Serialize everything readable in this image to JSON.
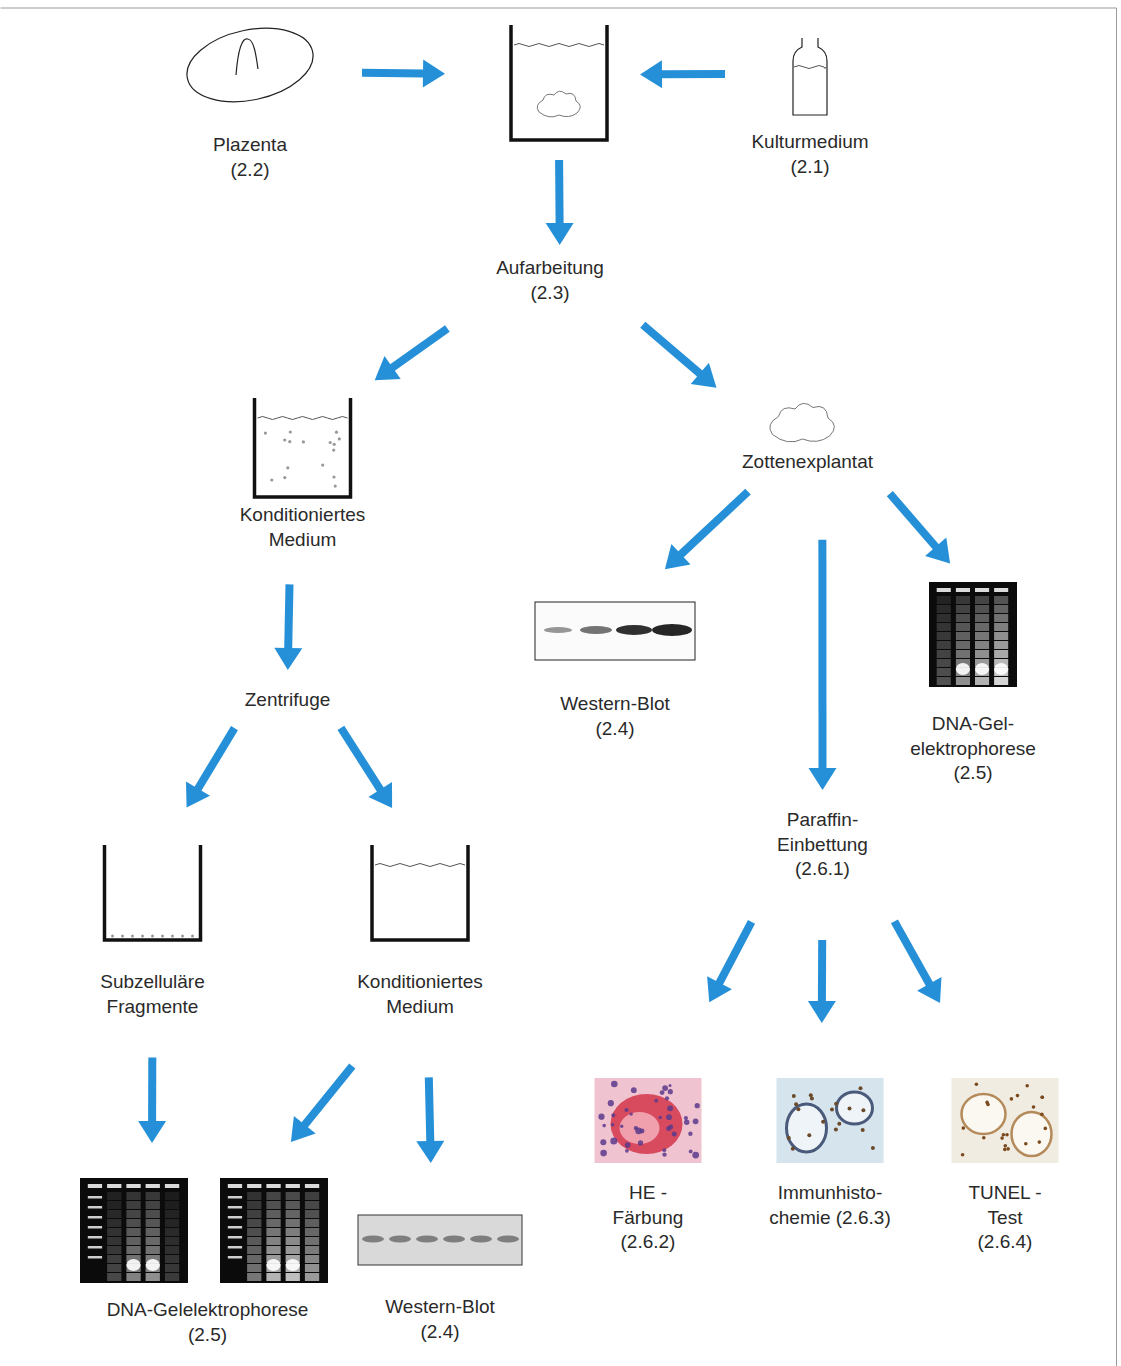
{
  "diagram": {
    "nodes": [
      {
        "text": [
          "Plazenta",
          "(2.2)"
        ]
      },
      {
        "text": []
      },
      {
        "text": [
          "Kulturmedium",
          "(2.1)"
        ]
      },
      {
        "text": [
          "Aufarbeitung",
          "(2.3)"
        ]
      },
      {
        "text": [
          "Konditioniertes Medium"
        ]
      },
      {
        "text": [
          "Zottenexplantat"
        ]
      },
      {
        "text": [
          "Zentrifuge"
        ]
      },
      {
        "text": [
          "Western-Blot",
          "(2.4)"
        ]
      },
      {
        "text": [
          "Paraffin- Einbettung",
          "(2.6.1)"
        ]
      },
      {
        "text": [
          "DNA-Gel- elektrophorese",
          "(2.5)"
        ]
      },
      {
        "text": [
          "Subzelluläre Fragmente"
        ]
      },
      {
        "text": [
          "Konditioniertes Medium"
        ]
      },
      {
        "text": [
          "DNA-Gelelektrophorese",
          "(2.5)"
        ]
      },
      {
        "text": [
          "Western-Blot",
          "(2.4)"
        ]
      },
      {
        "text": [
          "HE - Färbung",
          "(2.6.2)"
        ]
      },
      {
        "text": [
          "Immunhisto- chemie (2.6.3)"
        ]
      },
      {
        "text": [
          "TUNEL - Test",
          "(2.6.4)"
        ]
      }
    ],
    "edges": [
      {
        "from": 0,
        "to": 1,
        "arrow": "to"
      },
      {
        "from": 2,
        "to": 1,
        "arrow": "to"
      },
      {
        "from": 1,
        "to": 3,
        "arrow": "to"
      },
      {
        "from": 3,
        "to": 4,
        "arrow": "to"
      },
      {
        "from": 3,
        "to": 5,
        "arrow": "to"
      },
      {
        "from": 4,
        "to": 6,
        "arrow": "to"
      },
      {
        "from": 6,
        "to": 10,
        "arrow": "to"
      },
      {
        "from": 6,
        "to": 11,
        "arrow": "to"
      },
      {
        "from": 5,
        "to": 7,
        "arrow": "to"
      },
      {
        "from": 5,
        "to": 8,
        "arrow": "to"
      },
      {
        "from": 5,
        "to": 9,
        "arrow": "to"
      },
      {
        "from": 8,
        "to": 14,
        "arrow": "to"
      },
      {
        "from": 8,
        "to": 15,
        "arrow": "to"
      },
      {
        "from": 8,
        "to": 16,
        "arrow": "to"
      },
      {
        "from": 10,
        "to": 12,
        "arrow": "to"
      },
      {
        "from": 11,
        "to": 12,
        "arrow": "to"
      },
      {
        "from": 11,
        "to": 13,
        "arrow": "to"
      }
    ]
  }
}
